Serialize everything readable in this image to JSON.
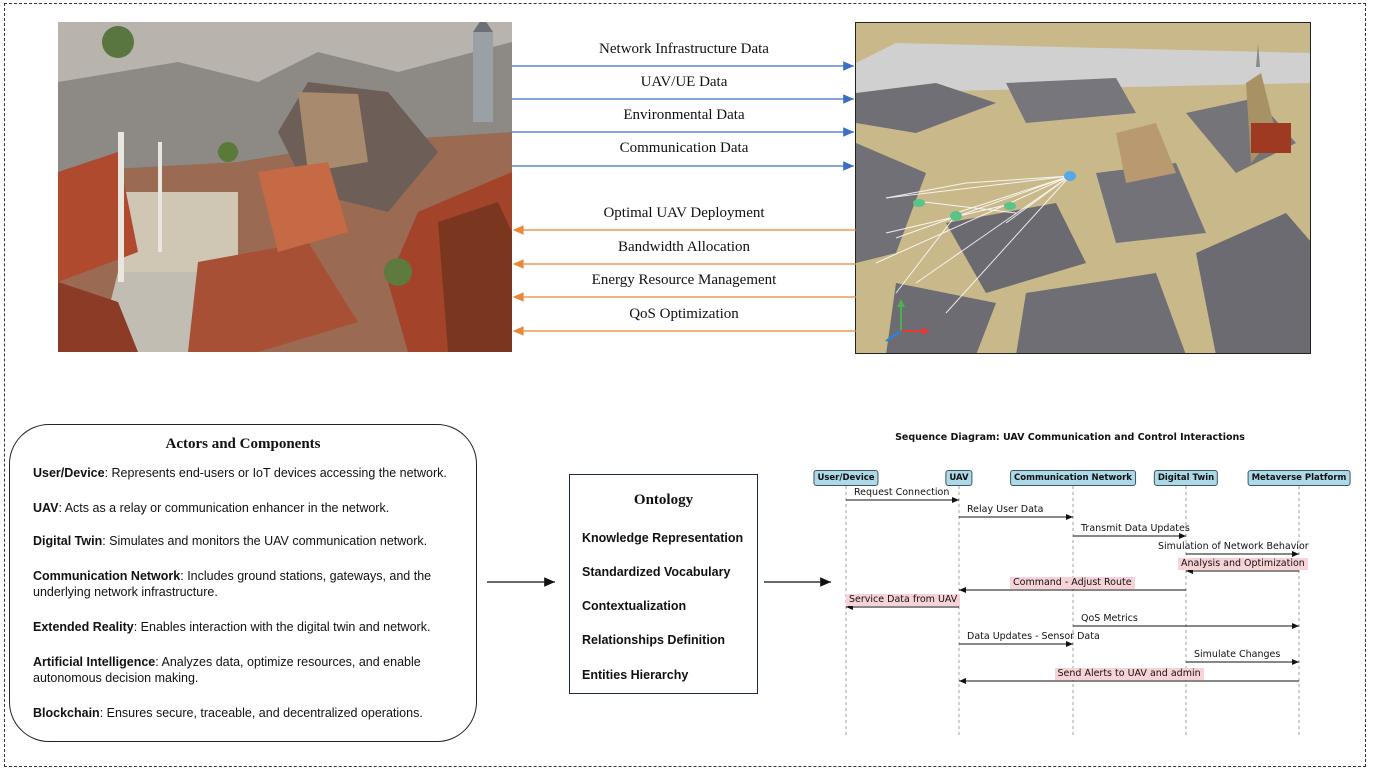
{
  "flows": {
    "inbound": [
      "Network Infrastructure Data",
      "UAV/UE Data",
      "Environmental Data",
      "Communication Data"
    ],
    "outbound": [
      "Optimal UAV Deployment",
      "Bandwidth Allocation",
      "Energy Resource Management",
      "QoS Optimization"
    ],
    "inbound_color": "#3a6fc4",
    "outbound_color": "#e8883a"
  },
  "actors_panel": {
    "title": "Actors and Components",
    "items": [
      {
        "term": "User/Device",
        "text": ": Represents end-users or IoT devices accessing the network."
      },
      {
        "term": "UAV",
        "text": ": Acts as a relay or communication enhancer in the network."
      },
      {
        "term": "Digital Twin",
        "text": ": Simulates and monitors the UAV communication network."
      },
      {
        "term": "Communication Network",
        "text": ": Includes ground stations, gateways, and the underlying network infrastructure."
      },
      {
        "term": "Extended Reality",
        "text": ": Enables interaction with the digital twin and network."
      },
      {
        "term": "Artificial Intelligence",
        "text": ": Analyzes data, optimize resources, and enable autonomous decision making."
      },
      {
        "term": "Blockchain",
        "text": ": Ensures secure, traceable, and decentralized operations."
      }
    ]
  },
  "ontology": {
    "title": "Ontology",
    "items": [
      "Knowledge Representation",
      "Standardized Vocabulary",
      "Contextualization",
      "Relationships Definition",
      "Entities Hierarchy"
    ]
  },
  "sequence": {
    "title": "Sequence Diagram: UAV Communication and Control Interactions",
    "participants": [
      "User/Device",
      "UAV",
      "Communication Network",
      "Digital Twin",
      "Metaverse Platform"
    ],
    "messages": [
      {
        "from": 0,
        "to": 1,
        "label": "Request Connection",
        "highlight": false
      },
      {
        "from": 1,
        "to": 2,
        "label": "Relay User Data",
        "highlight": false
      },
      {
        "from": 2,
        "to": 3,
        "label": "Transmit Data Updates",
        "highlight": false
      },
      {
        "from": 3,
        "to": 4,
        "label": "Simulation of Network Behavior",
        "highlight": false
      },
      {
        "from": 4,
        "to": 3,
        "label": "Analysis and Optimization",
        "highlight": true
      },
      {
        "from": 3,
        "to": 1,
        "label": "Command - Adjust Route",
        "highlight": true
      },
      {
        "from": 1,
        "to": 0,
        "label": "Service Data from UAV",
        "highlight": true
      },
      {
        "from": 2,
        "to": 4,
        "label": "QoS Metrics",
        "highlight": false
      },
      {
        "from": 1,
        "to": 2,
        "label": "Data Updates - Sensor Data",
        "highlight": false
      },
      {
        "from": 3,
        "to": 4,
        "label": "Simulate Changes",
        "highlight": false
      },
      {
        "from": 4,
        "to": 1,
        "label": "Send Alerts to UAV and admin",
        "highlight": true
      }
    ]
  }
}
